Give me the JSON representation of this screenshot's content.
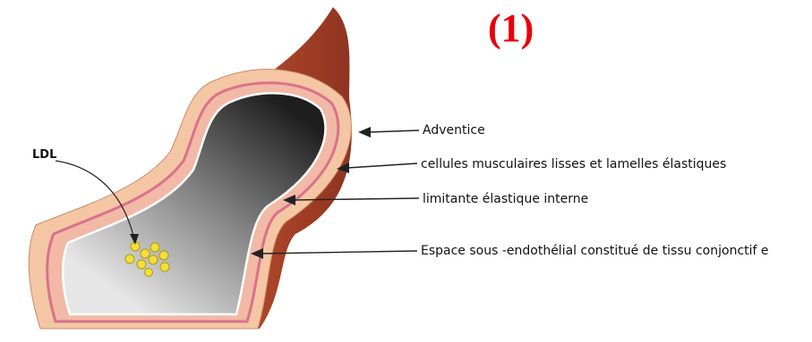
{
  "figure_number": "(1)",
  "labels": {
    "ldl": "LDL",
    "adventice": "Adventice",
    "muscle": "cellules musculaires lisses et lamelles élastiques",
    "limitante": "limitante élastique interne",
    "espace": "Espace sous -endothélial constitué de tissu conjonctif e"
  },
  "colors": {
    "figure_number": "#e8000b",
    "outer_wall": "#b5472c",
    "adventitia": "#f4c6a4",
    "elastic_lamina": "#d9728a",
    "endothelium": "#ffffff",
    "lumen_dark": "#222222",
    "lumen_light": "#dcdcdc",
    "ldl_particles": "#f2df3a"
  }
}
